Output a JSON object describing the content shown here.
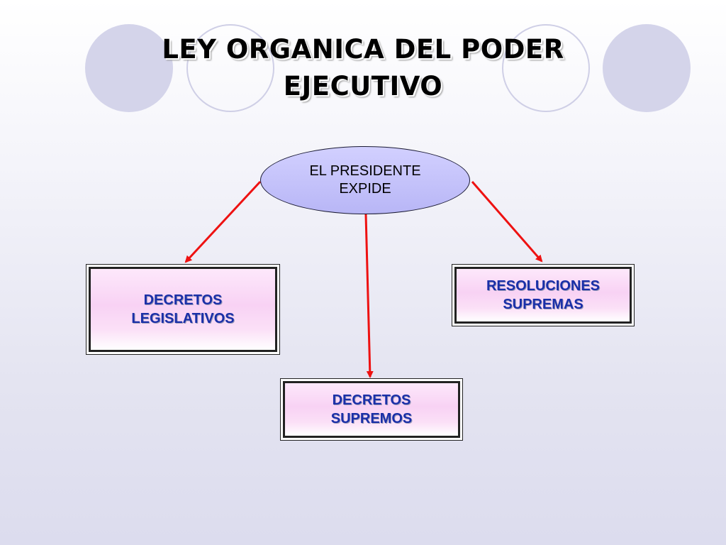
{
  "title": {
    "line1": "LEY ORGANICA DEL PODER",
    "line2": "EJECUTIVO"
  },
  "center_node": {
    "line1": "EL PRESIDENTE",
    "line2": "EXPIDE"
  },
  "left_node": {
    "line1": "DECRETOS",
    "line2": "LEGISLATIVOS"
  },
  "right_node": {
    "line1": "RESOLUCIONES",
    "line2": "SUPREMAS"
  },
  "bottom_node": {
    "line1": "DECRETOS",
    "line2": "SUPREMOS"
  },
  "colors": {
    "arrow": "#ee1111",
    "box_text": "#1a2fa8",
    "ellipse_fill": "#c6c4fb",
    "decor_circle": "#d4d4ea"
  }
}
